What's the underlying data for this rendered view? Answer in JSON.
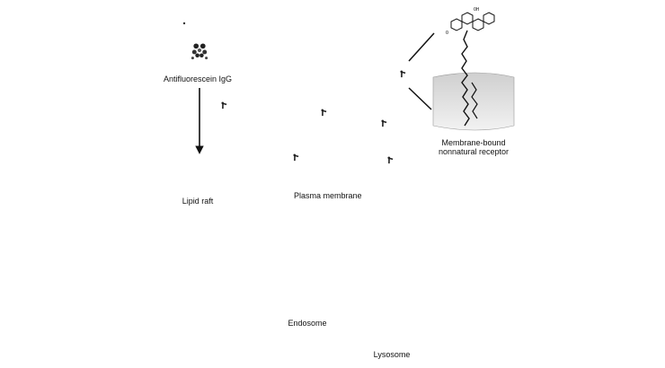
{
  "labels": {
    "antibody": "Antifluorescein IgG",
    "receptor_line1": "Membrane-bound",
    "receptor_line2": "nonnatural receptor",
    "lipid_raft": "Lipid raft",
    "plasma_membrane": "Plasma membrane",
    "endosome": "Endosome",
    "lysosome": "Lysosome"
  },
  "colors": {
    "ink": "#111111",
    "vesicle_fill": "#dcdcdc",
    "vesicle_fill_light": "#f2f2f2",
    "membrane_fill": "#d8d8d8"
  },
  "icons": [
    "antibody-icon",
    "receptor-icon",
    "fluorescein-molecule-icon"
  ]
}
